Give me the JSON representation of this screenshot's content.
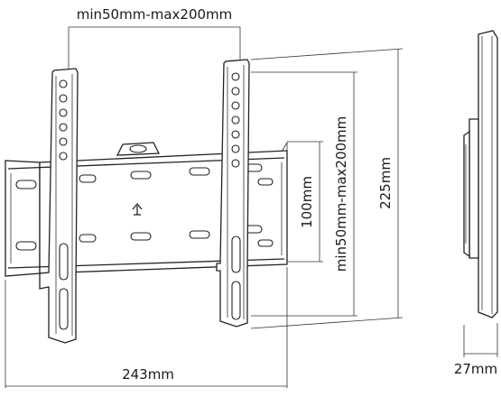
{
  "dimensions": {
    "top_width": "min50mm-max200mm",
    "inner_height": "100mm",
    "vertical_range": "min50mm-max200mm",
    "total_height": "225mm",
    "bottom_width": "243mm",
    "depth": "27mm"
  },
  "colors": {
    "line": "#222222",
    "background": "#ffffff"
  },
  "icons": {
    "center_mark": "up-arrow-icon",
    "top_latch": "latch-clip-icon"
  }
}
